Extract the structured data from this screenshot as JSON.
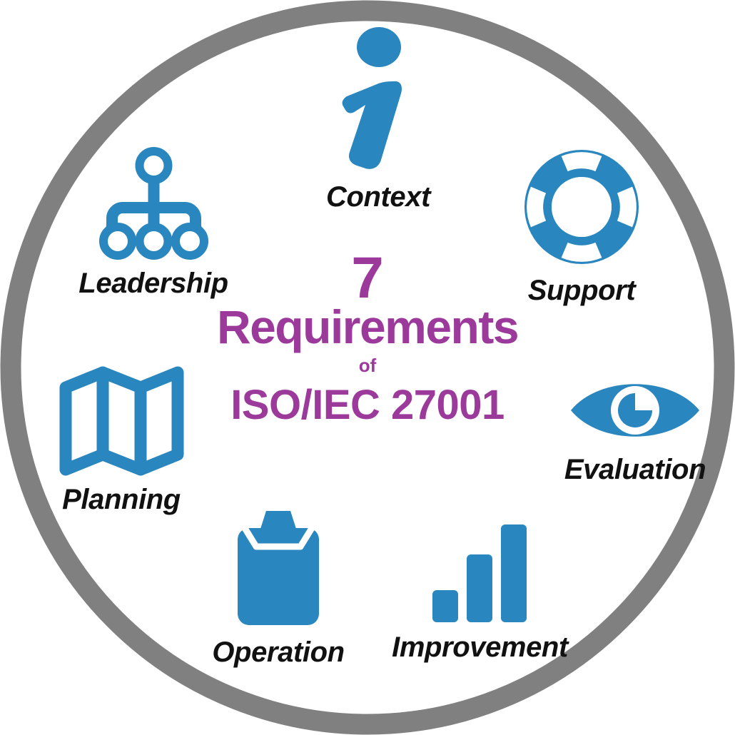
{
  "diagram": {
    "title": "7 Requirements of ISO/IEC 27001",
    "shape": "circle-ring",
    "colors": {
      "ring": "#808080",
      "icon_blue": "#2986be",
      "heading_purple": "#9c3a9c",
      "label_black": "#111111",
      "background": "#ffffff"
    }
  },
  "center": {
    "number": "7",
    "heading": "Requirements",
    "connector": "of",
    "standard": "ISO/IEC 27001"
  },
  "nodes": [
    {
      "id": "context",
      "label": "Context",
      "icon": "info-i-icon"
    },
    {
      "id": "leadership",
      "label": "Leadership",
      "icon": "org-chart-icon"
    },
    {
      "id": "support",
      "label": "Support",
      "icon": "lifebuoy-icon"
    },
    {
      "id": "planning",
      "label": "Planning",
      "icon": "folded-map-icon"
    },
    {
      "id": "evaluation",
      "label": "Evaluation",
      "icon": "eye-icon"
    },
    {
      "id": "operation",
      "label": "Operation",
      "icon": "clipboard-icon"
    },
    {
      "id": "improvement",
      "label": "Improvement",
      "icon": "bar-chart-icon"
    }
  ]
}
